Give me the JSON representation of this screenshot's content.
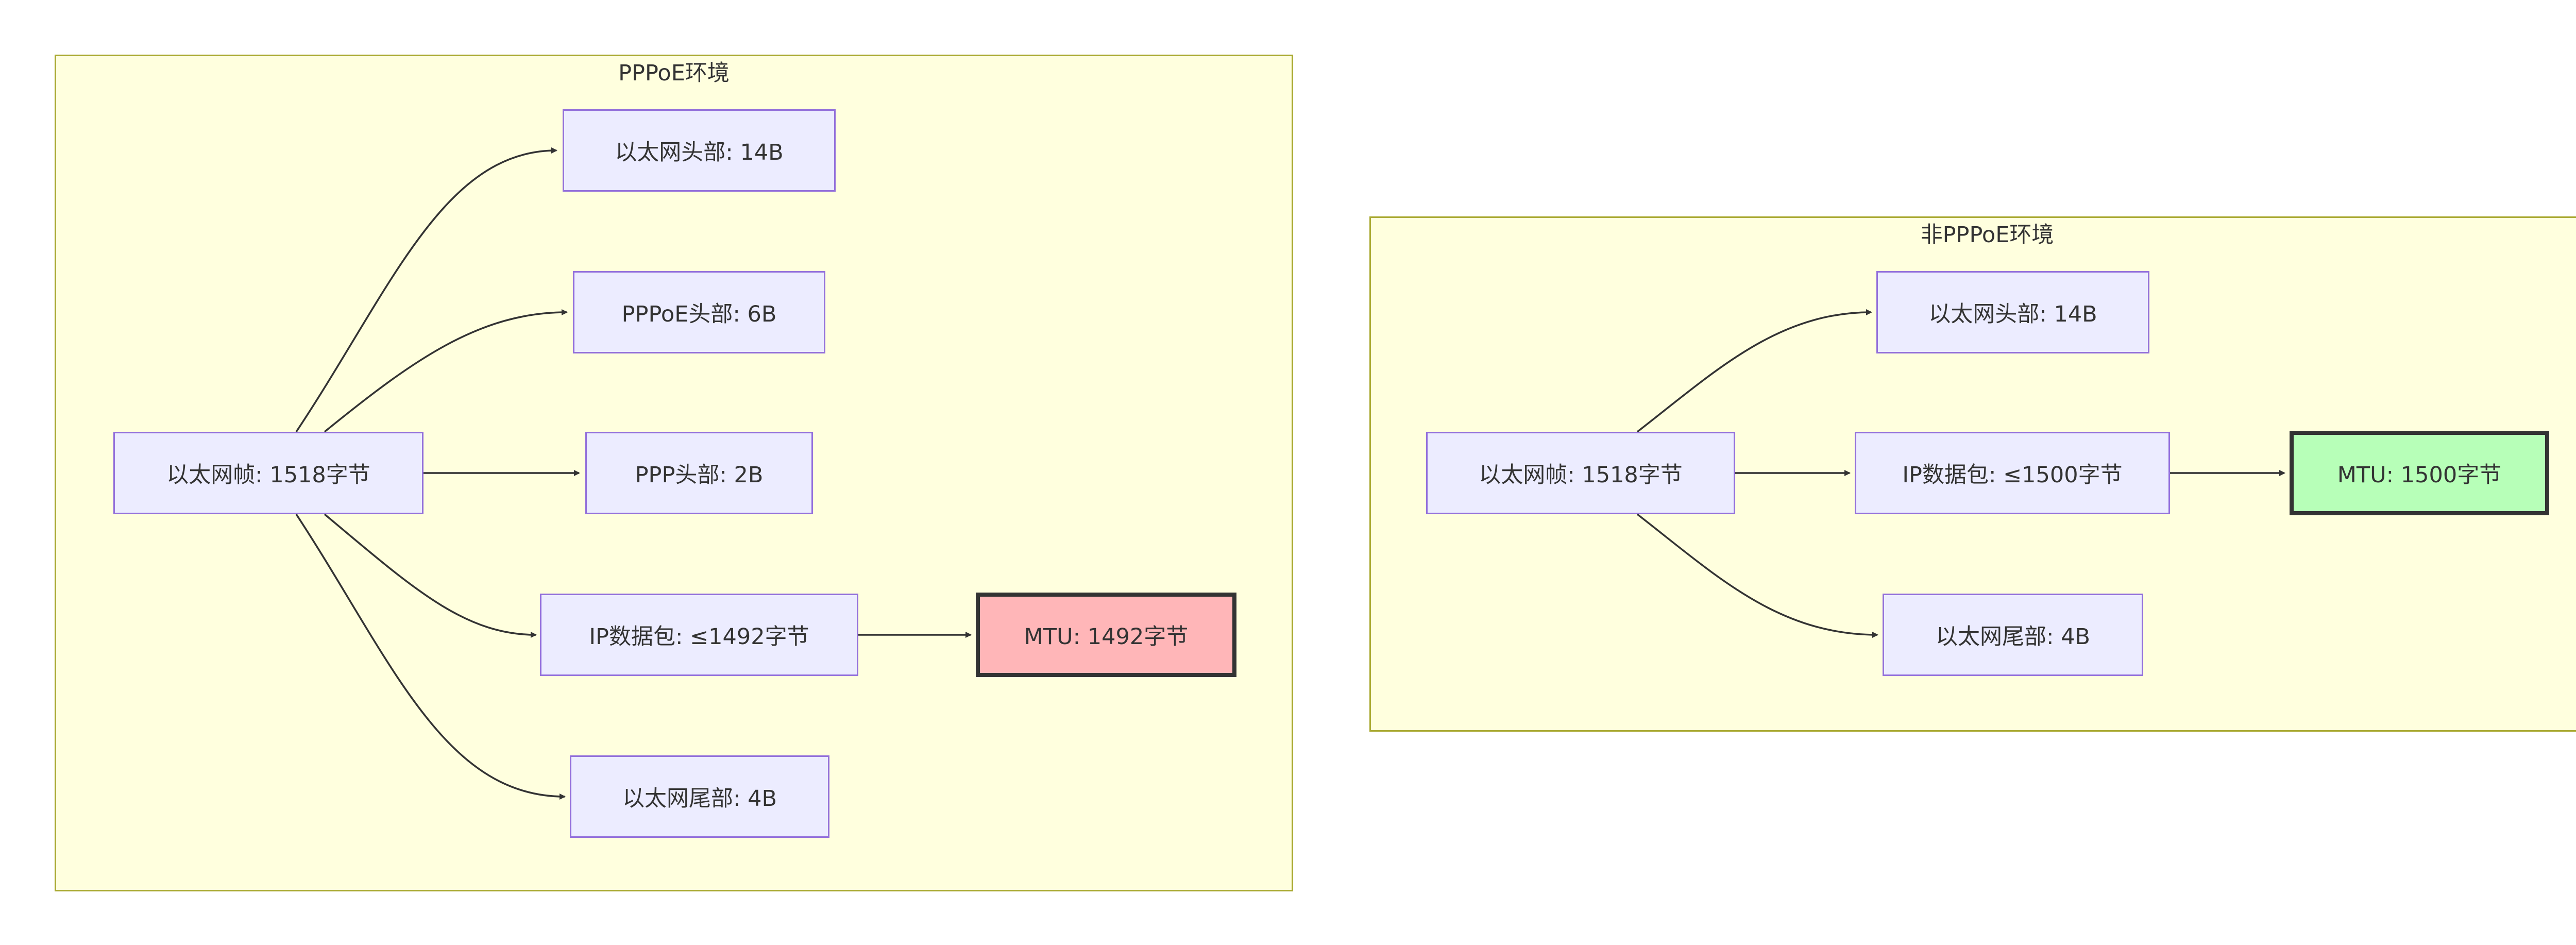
{
  "clusters": {
    "pppoe": {
      "title": "PPPoE环境"
    },
    "normal": {
      "title": "非PPPoE环境"
    }
  },
  "pppoe": {
    "frame": "以太网帧: 1518字节",
    "eth_header": "以太网头部: 14B",
    "pppoe_header": "PPPoE头部: 6B",
    "ppp_header": "PPP头部: 2B",
    "ip_packet": "IP数据包: ≤1492字节",
    "eth_trailer": "以太网尾部: 4B",
    "mtu": "MTU: 1492字节"
  },
  "normal": {
    "frame": "以太网帧: 1518字节",
    "eth_header": "以太网头部: 14B",
    "ip_packet": "IP数据包: ≤1500字节",
    "eth_trailer": "以太网尾部: 4B",
    "mtu": "MTU: 1500字节"
  },
  "colors": {
    "cluster_fill": "#ffffde",
    "cluster_border": "#aaaa33",
    "node_fill": "#ececff",
    "node_border": "#9370db",
    "mtu_pppoe_fill": "#ffb6b8",
    "mtu_normal_fill": "#b7ffb8",
    "edge": "#333333"
  }
}
